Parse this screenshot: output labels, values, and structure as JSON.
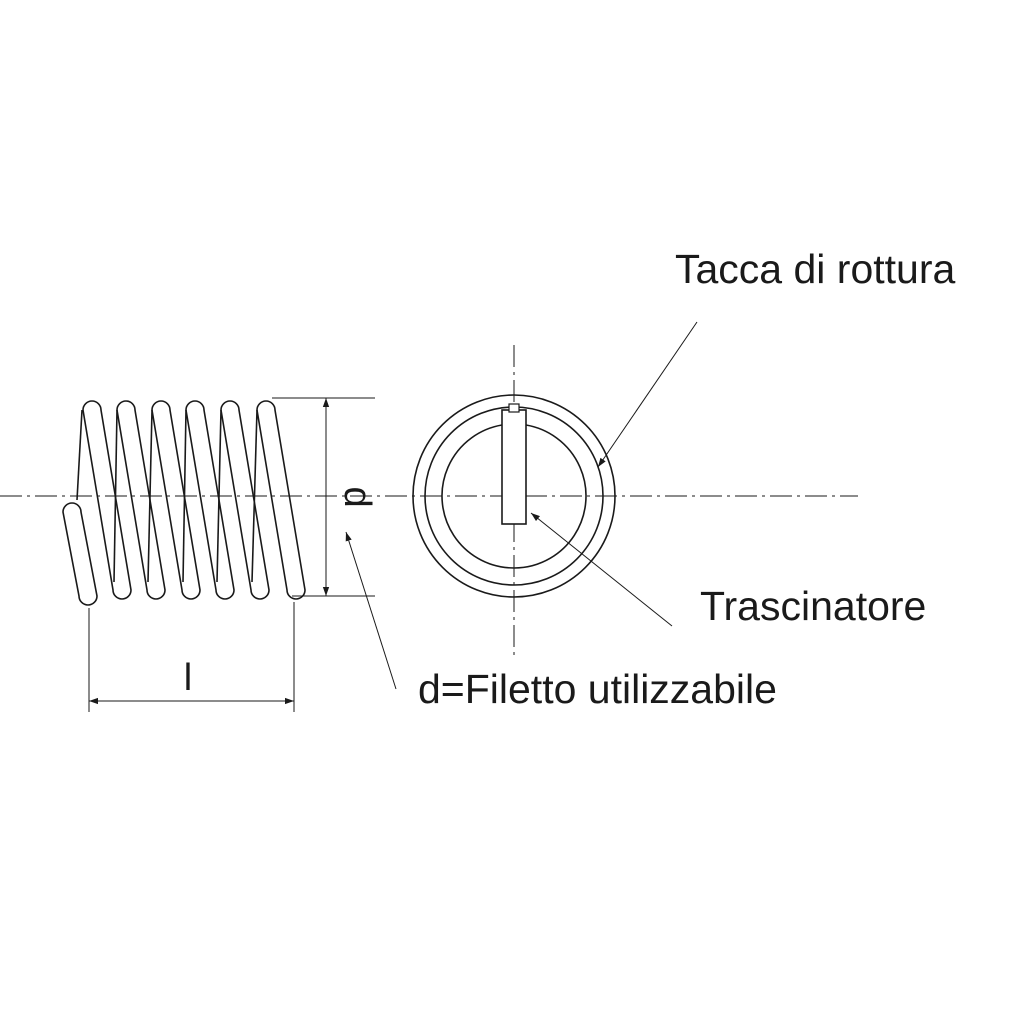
{
  "labels": {
    "breaking_notch": "Tacca di rottura",
    "driver": "Trascinatore",
    "thread_note": "d=Filetto utilizzabile"
  },
  "dimensions": {
    "diameter": "d",
    "length": "l"
  },
  "colors": {
    "line": "#1a1a1a",
    "background": "#ffffff"
  }
}
